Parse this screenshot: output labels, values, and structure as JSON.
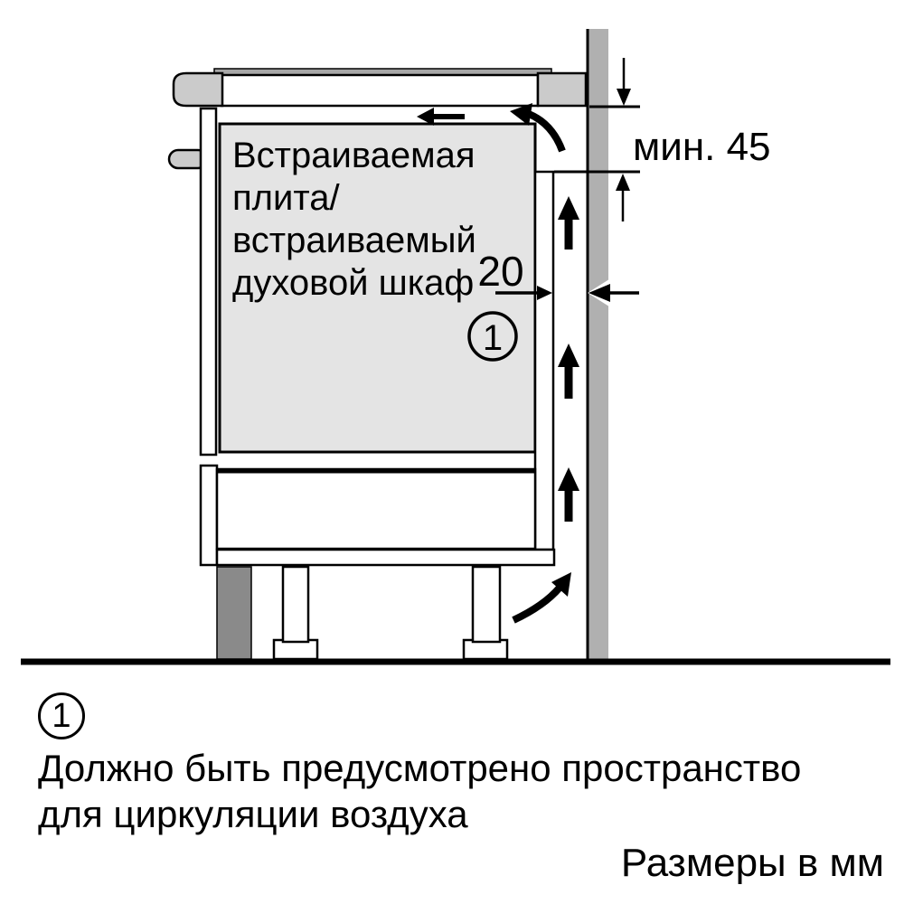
{
  "figure": {
    "appliance_label_lines": [
      "Встраиваемая",
      "плита/",
      "встраиваемый",
      "духовой шкаф"
    ],
    "dimensions": {
      "rear_gap": "20",
      "top_vent_clearance": "мин. 45"
    },
    "callout_number": "1"
  },
  "legend": {
    "callout_number": "1",
    "note_lines": [
      "Должно быть предусмотрено пространство",
      "для циркуляции воздуха"
    ],
    "units_label": "Размеры в мм"
  },
  "colors": {
    "wall": "#b0b0b0",
    "hob_strip": "#a8a8a8",
    "appliance_body": "#e4e4e4",
    "trim": "#cbcbcb",
    "plinth_block": "#8a8a8a",
    "outline": "#000000"
  }
}
